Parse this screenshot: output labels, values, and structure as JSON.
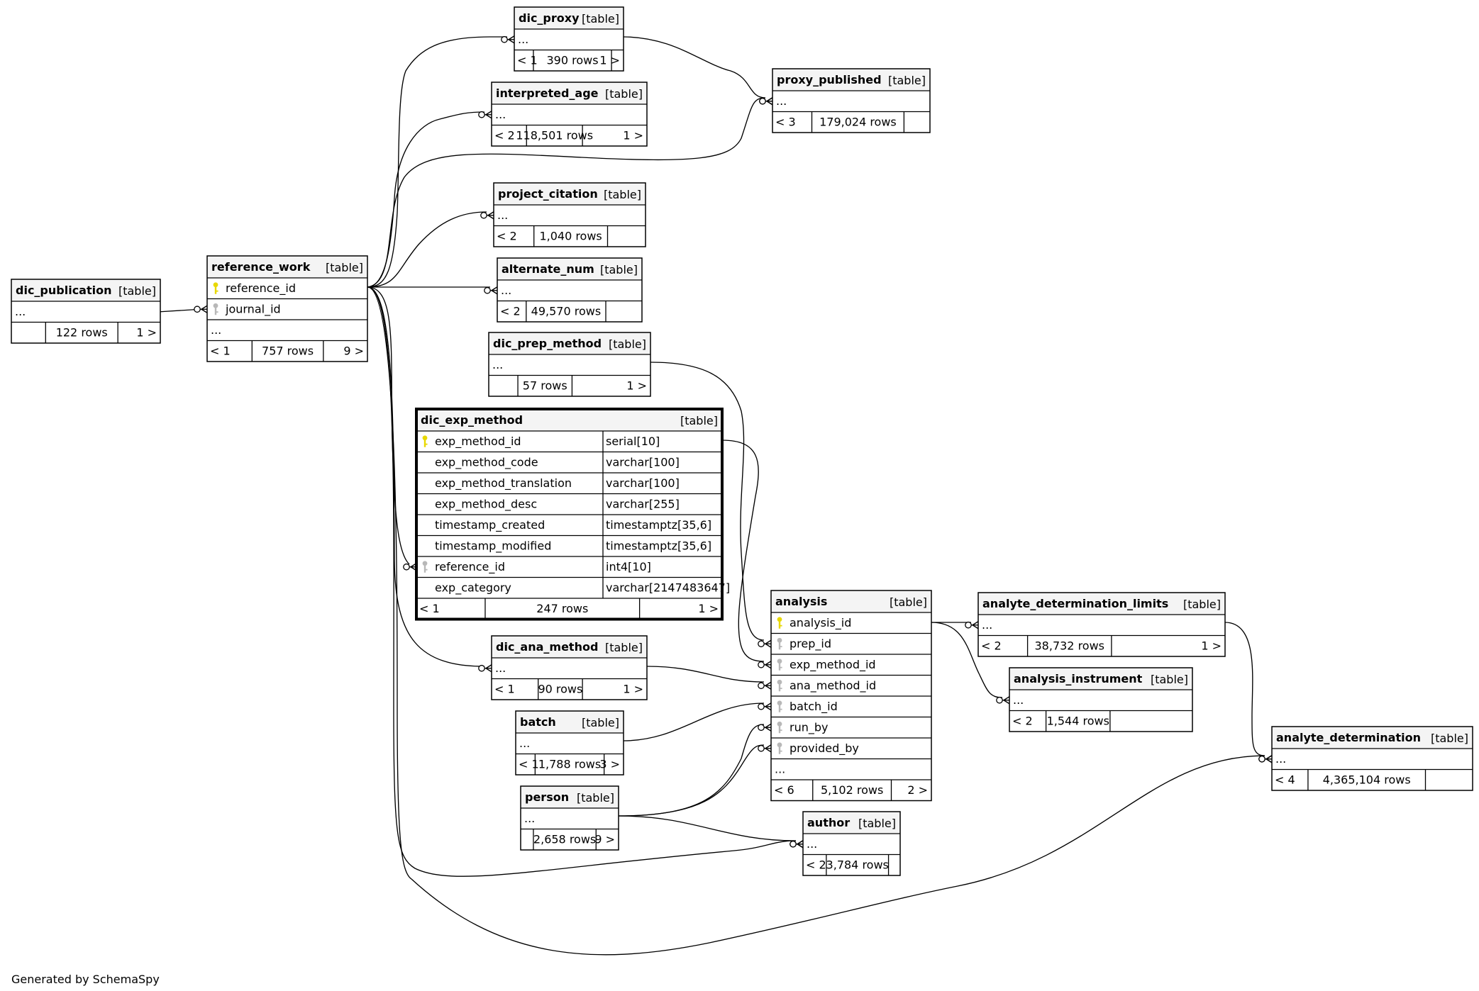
{
  "footer": "Generated by SchemaSpy",
  "icons": {
    "primary_key": "gold-key-icon",
    "foreign_key": "gray-key-icon"
  },
  "colors": {
    "primary_key": "#e8d800",
    "foreign_key": "#b8b8b8",
    "header_bg": "#f4f4f4",
    "line": "#000000"
  },
  "tables": {
    "dic_proxy": {
      "name": "dic_proxy",
      "tag": "[table]",
      "fields": [
        {
          "name": "..."
        }
      ],
      "stats": [
        "< 1",
        "390 rows",
        "1 >"
      ]
    },
    "proxy_published": {
      "name": "proxy_published",
      "tag": "[table]",
      "fields": [
        {
          "name": "..."
        }
      ],
      "stats": [
        "< 3",
        "179,024 rows",
        ""
      ]
    },
    "interpreted_age": {
      "name": "interpreted_age",
      "tag": "[table]",
      "fields": [
        {
          "name": "..."
        }
      ],
      "stats": [
        "< 2",
        "118,501 rows",
        "1 >"
      ]
    },
    "project_citation": {
      "name": "project_citation",
      "tag": "[table]",
      "fields": [
        {
          "name": "..."
        }
      ],
      "stats": [
        "< 2",
        "1,040 rows",
        ""
      ]
    },
    "alternate_num": {
      "name": "alternate_num",
      "tag": "[table]",
      "fields": [
        {
          "name": "..."
        }
      ],
      "stats": [
        "< 2",
        "49,570 rows",
        ""
      ]
    },
    "dic_publication": {
      "name": "dic_publication",
      "tag": "[table]",
      "fields": [
        {
          "name": "..."
        }
      ],
      "stats": [
        "",
        "122 rows",
        "1 >"
      ]
    },
    "reference_work": {
      "name": "reference_work",
      "tag": "[table]",
      "fields": [
        {
          "name": "reference_id",
          "key": "pk"
        },
        {
          "name": "journal_id",
          "key": "fk"
        },
        {
          "name": "..."
        }
      ],
      "stats": [
        "< 1",
        "757 rows",
        "9 >"
      ]
    },
    "dic_prep_method": {
      "name": "dic_prep_method",
      "tag": "[table]",
      "fields": [
        {
          "name": "..."
        }
      ],
      "stats": [
        "",
        "57 rows",
        "1 >"
      ]
    },
    "dic_exp_method": {
      "name": "dic_exp_method",
      "tag": "[table]",
      "fields": [
        {
          "name": "exp_method_id",
          "type": "serial[10]",
          "key": "pk"
        },
        {
          "name": "exp_method_code",
          "type": "varchar[100]"
        },
        {
          "name": "exp_method_translation",
          "type": "varchar[100]"
        },
        {
          "name": "exp_method_desc",
          "type": "varchar[255]"
        },
        {
          "name": "timestamp_created",
          "type": "timestamptz[35,6]"
        },
        {
          "name": "timestamp_modified",
          "type": "timestamptz[35,6]"
        },
        {
          "name": "reference_id",
          "type": "int4[10]",
          "key": "fk"
        },
        {
          "name": "exp_category",
          "type": "varchar[2147483647]"
        }
      ],
      "stats": [
        "< 1",
        "247 rows",
        "1 >"
      ]
    },
    "analysis": {
      "name": "analysis",
      "tag": "[table]",
      "fields": [
        {
          "name": "analysis_id",
          "key": "pk"
        },
        {
          "name": "prep_id",
          "key": "fk"
        },
        {
          "name": "exp_method_id",
          "key": "fk"
        },
        {
          "name": "ana_method_id",
          "key": "fk"
        },
        {
          "name": "batch_id",
          "key": "fk"
        },
        {
          "name": "run_by",
          "key": "fk"
        },
        {
          "name": "provided_by",
          "key": "fk"
        },
        {
          "name": "..."
        }
      ],
      "stats": [
        "< 6",
        "5,102 rows",
        "2 >"
      ]
    },
    "analyte_determination_limits": {
      "name": "analyte_determination_limits",
      "tag": "[table]",
      "fields": [
        {
          "name": "..."
        }
      ],
      "stats": [
        "< 2",
        "38,732 rows",
        "1 >"
      ]
    },
    "analysis_instrument": {
      "name": "analysis_instrument",
      "tag": "[table]",
      "fields": [
        {
          "name": "..."
        }
      ],
      "stats": [
        "< 2",
        "1,544 rows",
        ""
      ]
    },
    "dic_ana_method": {
      "name": "dic_ana_method",
      "tag": "[table]",
      "fields": [
        {
          "name": "..."
        }
      ],
      "stats": [
        "< 1",
        "90 rows",
        "1 >"
      ]
    },
    "batch": {
      "name": "batch",
      "tag": "[table]",
      "fields": [
        {
          "name": "..."
        }
      ],
      "stats": [
        "< 1",
        "1,788 rows",
        "3 >"
      ]
    },
    "person": {
      "name": "person",
      "tag": "[table]",
      "fields": [
        {
          "name": "..."
        }
      ],
      "stats": [
        "",
        "2,658 rows",
        "9 >"
      ]
    },
    "author": {
      "name": "author",
      "tag": "[table]",
      "fields": [
        {
          "name": "..."
        }
      ],
      "stats": [
        "< 2",
        "3,784 rows",
        ""
      ]
    },
    "analyte_determination": {
      "name": "analyte_determination",
      "tag": "[table]",
      "fields": [
        {
          "name": "..."
        }
      ],
      "stats": [
        "< 4",
        "4,365,104 rows",
        ""
      ]
    }
  }
}
